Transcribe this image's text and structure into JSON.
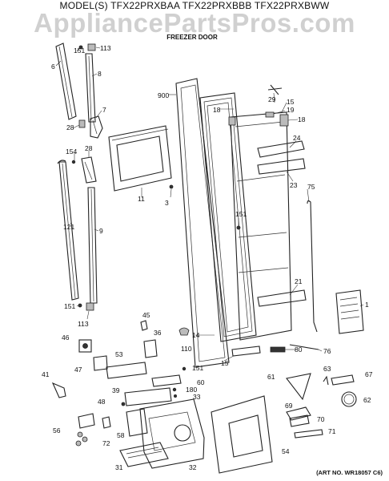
{
  "header": {
    "models_line": "MODEL(S) TFX22PRXBAA  TFX22PRXBBB  TFX22PRXBWW",
    "subtitle": "FREEZER DOOR"
  },
  "watermark": "AppliancePartsPros.com",
  "footer": {
    "art_number": "(ART NO. WR18057 C6)"
  },
  "callouts": {
    "c1": "1",
    "c3": "3",
    "c6": "6",
    "c7": "7",
    "c8": "8",
    "c9": "9",
    "c11": "11",
    "c14": "14",
    "c15a": "15",
    "c15b": "15",
    "c18a": "18",
    "c18b": "18",
    "c19": "19",
    "c21": "21",
    "c23": "23",
    "c24": "24",
    "c28a": "28",
    "c28b": "28",
    "c29": "29",
    "c31": "31",
    "c32": "32",
    "c33": "33",
    "c36": "36",
    "c39": "39",
    "c41": "41",
    "c45": "45",
    "c46": "46",
    "c47": "47",
    "c48": "48",
    "c53": "53",
    "c54": "54",
    "c56": "56",
    "c58": "58",
    "c60": "60",
    "c61": "61",
    "c62": "62",
    "c63": "63",
    "c67": "67",
    "c69": "69",
    "c70": "70",
    "c71": "71",
    "c72": "72",
    "c75": "75",
    "c76": "76",
    "c80": "80",
    "c110": "110",
    "c113a": "113",
    "c113b": "113",
    "c121": "121",
    "c151a": "151",
    "c151b": "151",
    "c151c": "151",
    "c151d": "151",
    "c154": "154",
    "c180": "180",
    "c900": "900"
  }
}
